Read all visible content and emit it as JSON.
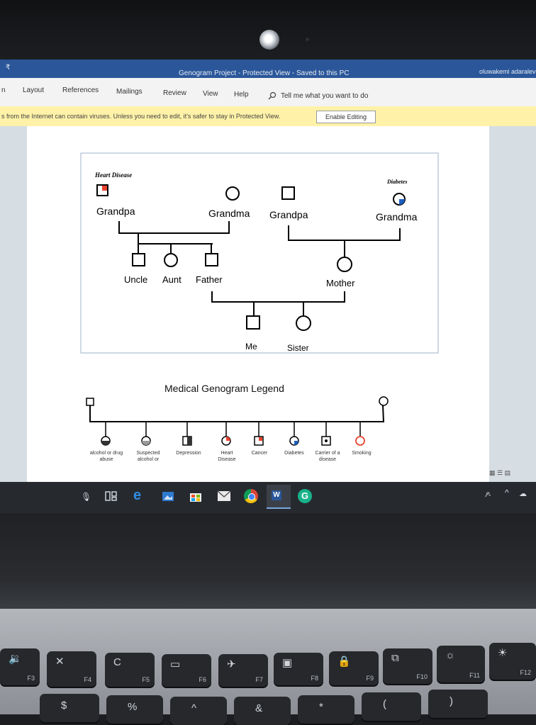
{
  "window": {
    "title": "Genogram Project  -  Protected View  -  Saved to this PC",
    "quick_access": "₹",
    "user": "oluwakemi adaralev"
  },
  "ribbon": {
    "tabs": [
      "n",
      "Layout",
      "References",
      "Mailings",
      "Review",
      "View",
      "Help"
    ],
    "tell_me": "Tell me what you want to do"
  },
  "protected_view": {
    "message": "s from the Internet can contain viruses. Unless you need to edit, it's safer to stay in Protected View.",
    "button": "Enable Editing"
  },
  "genogram": {
    "annotations": {
      "heart_disease": "Heart Disease",
      "diabetes": "Diabetes"
    },
    "people": {
      "grandpa_left": "Grandpa",
      "grandma_left": "Grandma",
      "grandpa_right": "Grandpa",
      "grandma_right": "Grandma",
      "uncle": "Uncle",
      "aunt": "Aunt",
      "father": "Father",
      "mother": "Mother",
      "me": "Me",
      "sister": "Sister"
    },
    "colors": {
      "heart_disease": "#e8432e",
      "diabetes": "#1f5fbf",
      "smoking": "#e8432e"
    }
  },
  "legend": {
    "title": "Medical Genogram Legend",
    "items": [
      "alcohol or drug abuse",
      "Suspected alcohol or",
      "Depression",
      "Heart Disease",
      "Cancer",
      "Diabetes",
      "Carrier of a disease",
      "Smoking"
    ]
  },
  "taskbar": {
    "word_label": "W"
  },
  "keyboard": {
    "function_keys": [
      "F3",
      "F4",
      "F5",
      "F6",
      "F7",
      "F8",
      "F9",
      "F10",
      "F11",
      "F12"
    ],
    "row2": [
      "$",
      "%",
      "&",
      "*",
      "(",
      ")"
    ]
  }
}
